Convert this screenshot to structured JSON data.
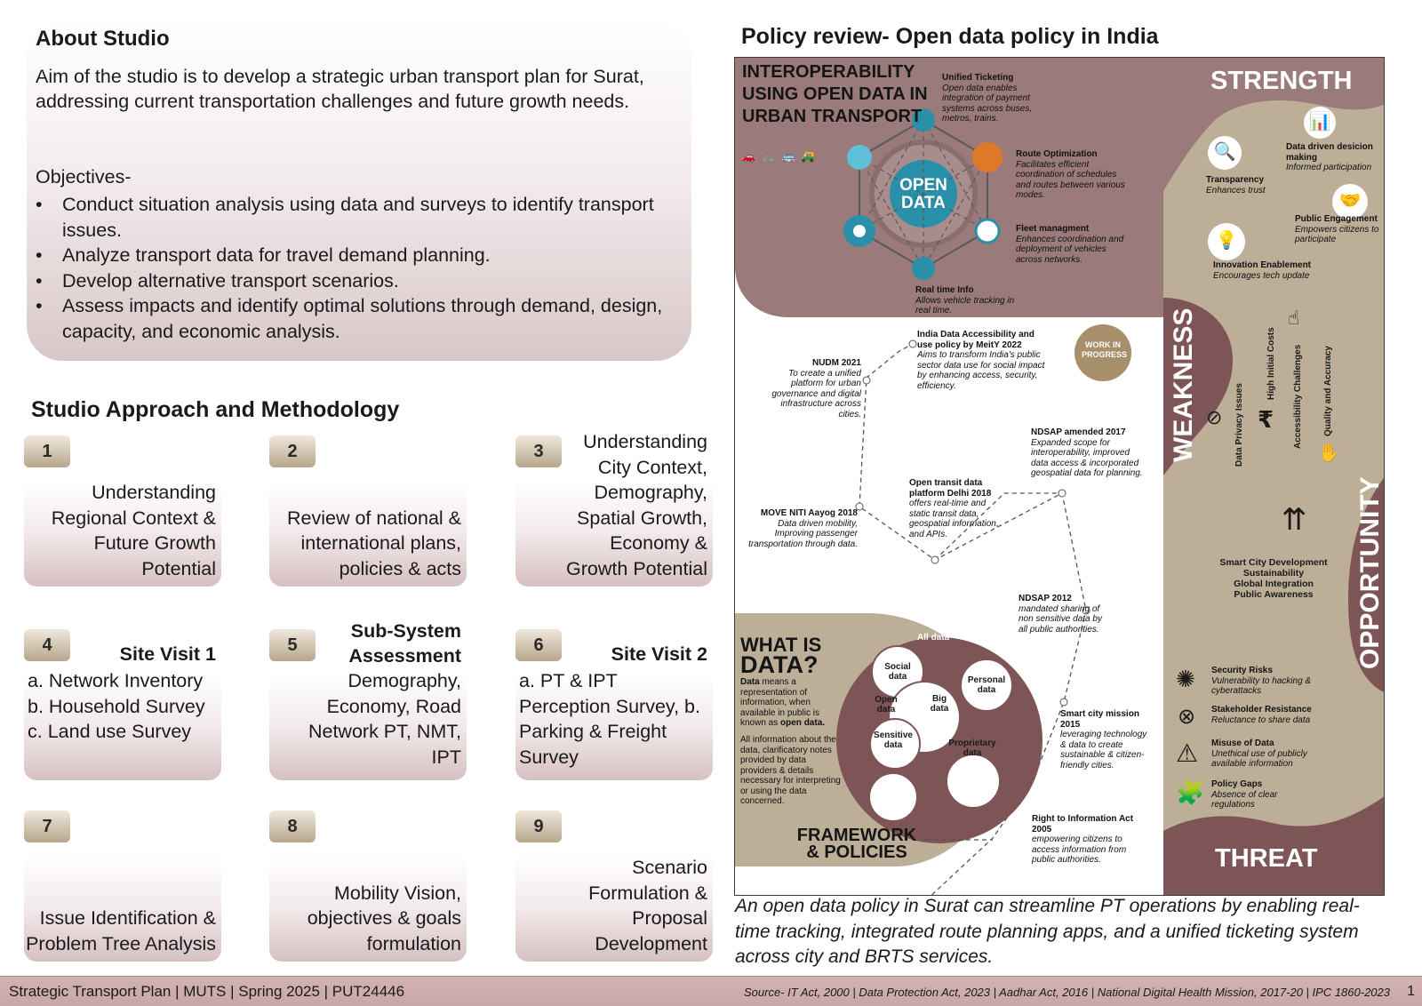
{
  "about": {
    "title": "About Studio",
    "aim": "Aim of the studio is to develop a strategic urban transport plan for Surat, addressing current transportation challenges and future growth needs.",
    "objectives_title": "Objectives-",
    "objectives": [
      "Conduct situation analysis using data and surveys to identify transport issues.",
      "Analyze transport data for travel demand planning.",
      "Develop alternative transport scenarios.",
      "Assess impacts and identify optimal solutions through demand, design, capacity, and economic analysis."
    ]
  },
  "method": {
    "title": "Studio Approach and Methodology",
    "steps": [
      {
        "num": "1",
        "text": "Understanding Regional Context & Future Growth Potential"
      },
      {
        "num": "2",
        "text": "Review of national & international plans, policies & acts"
      },
      {
        "num": "3",
        "text": "Understanding City Context, Demography, Spatial Growth, Economy & Growth Potential"
      },
      {
        "num": "4",
        "head": "Site Visit 1",
        "body": "a. Network Inventory b. Household Survey c. Land use Survey"
      },
      {
        "num": "5",
        "head": "Sub-System Assessment",
        "body": "Demography, Economy, Road Network PT, NMT, IPT"
      },
      {
        "num": "6",
        "head": "Site Visit 2",
        "body": "a. PT & IPT Perception Survey, b. Parking & Freight Survey"
      },
      {
        "num": "7",
        "text": "Issue Identification & Problem Tree Analysis"
      },
      {
        "num": "8",
        "text": "Mobility Vision, objectives & goals formulation"
      },
      {
        "num": "9",
        "text": "Scenario Formulation & Proposal Development"
      }
    ]
  },
  "policy": {
    "title": "Policy review- Open data policy in India",
    "interop_title": "INTEROPERABILITY USING OPEN DATA IN URBAN TRANSPORT",
    "open_data_label": "OPEN DATA",
    "interop_items": [
      {
        "title": "Unified Ticketing",
        "desc": "Open data enables integration of payment systems across buses, metros, trains."
      },
      {
        "title": "Route Optimization",
        "desc": "Facilitates efficient coordination of schedules and routes between various modes."
      },
      {
        "title": "Fleet managment",
        "desc": "Enhances coordination and deployment of vehicles across networks."
      },
      {
        "title": "Real time Info",
        "desc": "Allows vehicle tracking in real time."
      }
    ],
    "timeline": [
      {
        "title": "India Data Accessibility and use policy by MeitY 2022",
        "desc": "Aims to transform India's public sector data use for social impact by enhancing access, security, efficiency."
      },
      {
        "title": "NUDM 2021",
        "desc": "To create a unified platform for urban governance and digital infrastructure across cities."
      },
      {
        "title": "NDSAP amended 2017",
        "desc": "Expanded scope for interoperability, improved data access & incorporated geospatial data for planning."
      },
      {
        "title": "Open transit data platform Delhi 2018",
        "desc": "offers real-time and static transit data, geospatial information, and APIs."
      },
      {
        "title": "MOVE NITI Aayog 2018",
        "desc": "Data driven mobility, Improving passenger transportation through data."
      },
      {
        "title": "NDSAP 2012",
        "desc": "mandated sharing of non sensitive data by all public authorities."
      },
      {
        "title": "Smart city mission 2015",
        "desc": "leveraging technology & data to create sustainable & citizen-friendly cities."
      },
      {
        "title": "Right to Information Act 2005",
        "desc": "empowering citizens to access information from public authorities."
      }
    ],
    "work_in_progress": "WORK IN PROGRESS",
    "what_is_data": {
      "title_line1": "WHAT IS",
      "title_line2": "DATA?",
      "p1_bold": "Data",
      "p1": " means a representation of information, when available in public is known as ",
      "p1_bold2": "open data.",
      "p2": "All information about the data, clarificatory notes provided by data providers & details necessary for interpreting or using the data concerned.",
      "all_data": "All data",
      "circles": [
        "Social data",
        "Personal data",
        "Open data",
        "Big data",
        "Sensitive data",
        "Proprietary data"
      ]
    },
    "framework_label": "FRAMEWORK & POLICIES",
    "swot": {
      "strength": "STRENGTH",
      "weakness": "WEAKNESS",
      "opportunity": "OPPORTUNITY",
      "threat": "THREAT",
      "strengths": [
        {
          "title": "Data driven desicion making",
          "desc": "Informed participation"
        },
        {
          "title": "Transparency",
          "desc": "Enhances trust"
        },
        {
          "title": "Public Engagement",
          "desc": "Empowers citizens to participate"
        },
        {
          "title": "Innovation Enablement",
          "desc": "Encourages tech update"
        }
      ],
      "weaknesses": [
        "Data Privacy Issues",
        "High Initial Costs",
        "Accessibility Challenges",
        "Quality and Accuracy"
      ],
      "opportunities": [
        "Smart City Development",
        "Sustainability",
        "Global Integration",
        "Public Awareness"
      ],
      "threats": [
        {
          "title": "Security Risks",
          "desc": "Vulnerability to hacking & cyberattacks"
        },
        {
          "title": "Stakeholder Resistance",
          "desc": "Reluctance to share data"
        },
        {
          "title": "Misuse of Data",
          "desc": "Unethical use of publicly available information"
        },
        {
          "title": "Policy Gaps",
          "desc": "Absence of clear regulations"
        }
      ]
    },
    "conclusion": "An open data policy in Surat can streamline PT operations by enabling real-time tracking, integrated route planning apps, and a unified ticketing system across city and BRTS services."
  },
  "footer": {
    "left": "Strategic Transport Plan | MUTS | Spring 2025 | PUT24446",
    "right": "Source- IT Act, 2000 | Data Protection Act, 2023 | Aadhar Act, 2016 | National Digital Health Mission, 2017-20 | IPC 1860-2023",
    "page": "1"
  },
  "colors": {
    "mauve": "#9a7a7a",
    "dark_mauve": "#7e5557",
    "tan": "#bcae97",
    "teal": "#2a8fa8",
    "orange": "#e0782a"
  }
}
